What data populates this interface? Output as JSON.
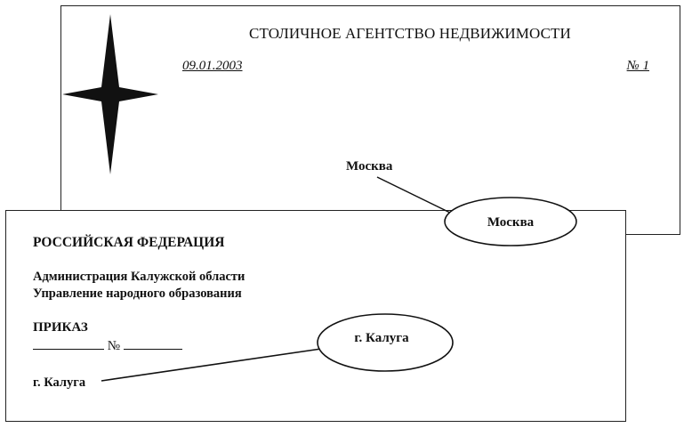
{
  "top_document": {
    "agency": "СТОЛИЧНОЕ АГЕНТСТВО НЕДВИЖИМОСТИ",
    "date": "09.01.2003",
    "number": "№ 1",
    "city": "Москва"
  },
  "bottom_document": {
    "federation": "РОССИЙСКАЯ ФЕДЕРАЦИЯ",
    "administration": "Администрация Калужской области",
    "department": "Управление народного образования",
    "order_title": "ПРИКАЗ",
    "number_sign": "№",
    "city": "г. Калуга"
  },
  "callouts": {
    "top": "Москва",
    "bottom": "г. Калуга"
  },
  "icons": {
    "emblem": "four-point-star-icon"
  }
}
